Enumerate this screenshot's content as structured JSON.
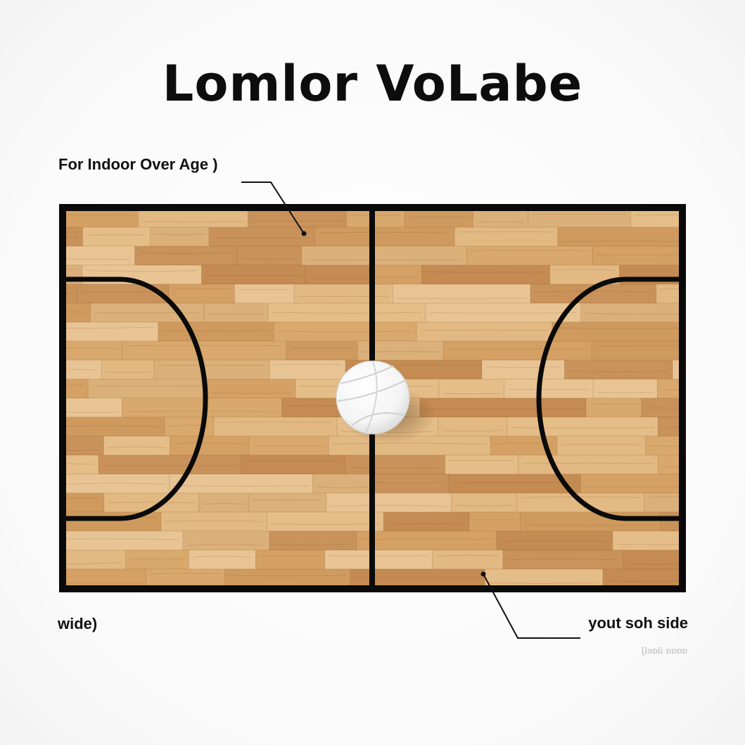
{
  "title": "Lomlor VoLabe",
  "labels": {
    "top_left": "For Indoor Over Age )",
    "bottom_left": "wide)",
    "bottom_right": "yout soh side"
  },
  "watermark": "ɭlɘɒli ɒɒɒɒ",
  "colors": {
    "court_line": "#0a0a0a",
    "wood_base": "#d9a86c",
    "ball": "#ffffff"
  }
}
